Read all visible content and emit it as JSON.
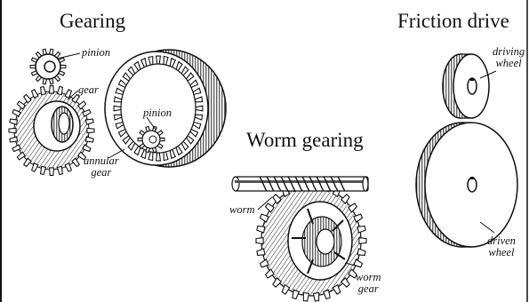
{
  "sections": {
    "gearing": {
      "title": "Gearing",
      "labels": {
        "pinion_top": "pinion",
        "gear": "gear",
        "pinion_inner": "pinion",
        "annular_gear": [
          "annular",
          "gear"
        ]
      }
    },
    "worm_gearing": {
      "title": "Worm gearing",
      "labels": {
        "worm": "worm",
        "worm_gear": [
          "worm",
          "gear"
        ]
      }
    },
    "friction_drive": {
      "title": "Friction drive",
      "labels": {
        "driving_wheel": [
          "driving",
          "wheel"
        ],
        "driven_wheel": [
          "driven",
          "wheel"
        ]
      }
    }
  }
}
